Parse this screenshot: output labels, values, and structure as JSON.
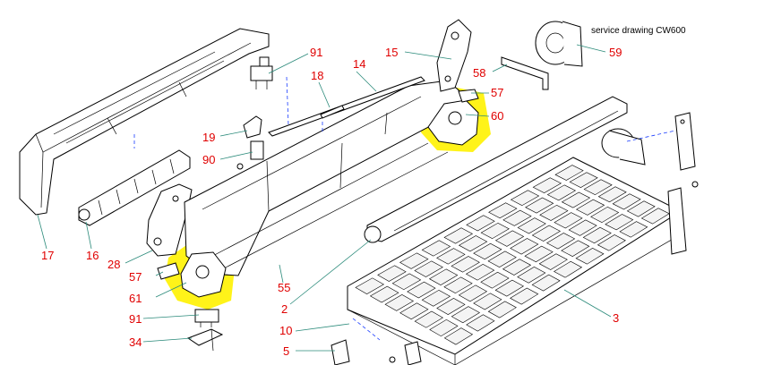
{
  "caption": "service drawing CW600",
  "colors": {
    "label": "#e00000",
    "highlight": "#fff200",
    "leader": "#2a8a7a",
    "axis": "#1a3cff"
  },
  "labels": {
    "l91a": "91",
    "l18": "18",
    "l14": "14",
    "l15": "15",
    "l57a": "57",
    "l60": "60",
    "l59": "59",
    "l58": "58",
    "l19": "19",
    "l90": "90",
    "l17": "17",
    "l16": "16",
    "l28": "28",
    "l57b": "57",
    "l61": "61",
    "l55": "55",
    "l2": "2",
    "l91b": "91",
    "l34": "34",
    "l10": "10",
    "l5": "5",
    "l3": "3"
  }
}
